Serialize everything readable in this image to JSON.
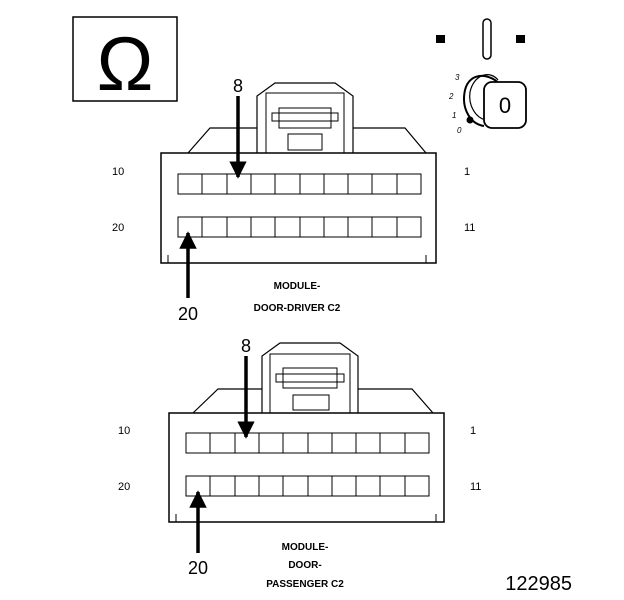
{
  "ohm_symbol": "Ω",
  "ignition": {
    "positions": [
      "3",
      "2",
      "1",
      "0"
    ],
    "key_label": "0"
  },
  "connectors": [
    {
      "pin_top_left": "10",
      "pin_top_right": "1",
      "pin_bottom_left": "20",
      "pin_bottom_right": "11",
      "arrow_top_label": "8",
      "arrow_bottom_label": "20",
      "caption_lines": [
        "MODULE-",
        "DOOR-DRIVER C2"
      ]
    },
    {
      "pin_top_left": "10",
      "pin_top_right": "1",
      "pin_bottom_left": "20",
      "pin_bottom_right": "11",
      "arrow_top_label": "8",
      "arrow_bottom_label": "20",
      "caption_lines": [
        "MODULE-",
        "DOOR-",
        "PASSENGER C2"
      ]
    }
  ],
  "figure_number": "122985"
}
